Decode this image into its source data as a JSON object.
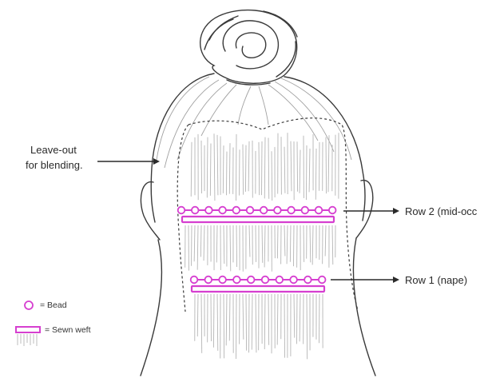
{
  "labels": {
    "leave_out_line1": "Leave-out",
    "leave_out_line2": "for blending.",
    "row2": "Row 2 (mid-occ",
    "row1": "Row 1 (nape)"
  },
  "legend": {
    "bead": "= Bead",
    "weft": "= Sewn weft"
  },
  "colors": {
    "accent": "#d63fd0",
    "line": "#3a3a3a",
    "hair": "#b5b5b5"
  },
  "icons": [
    "bead-icon",
    "sewn-weft-icon",
    "hair-bun-icon"
  ]
}
